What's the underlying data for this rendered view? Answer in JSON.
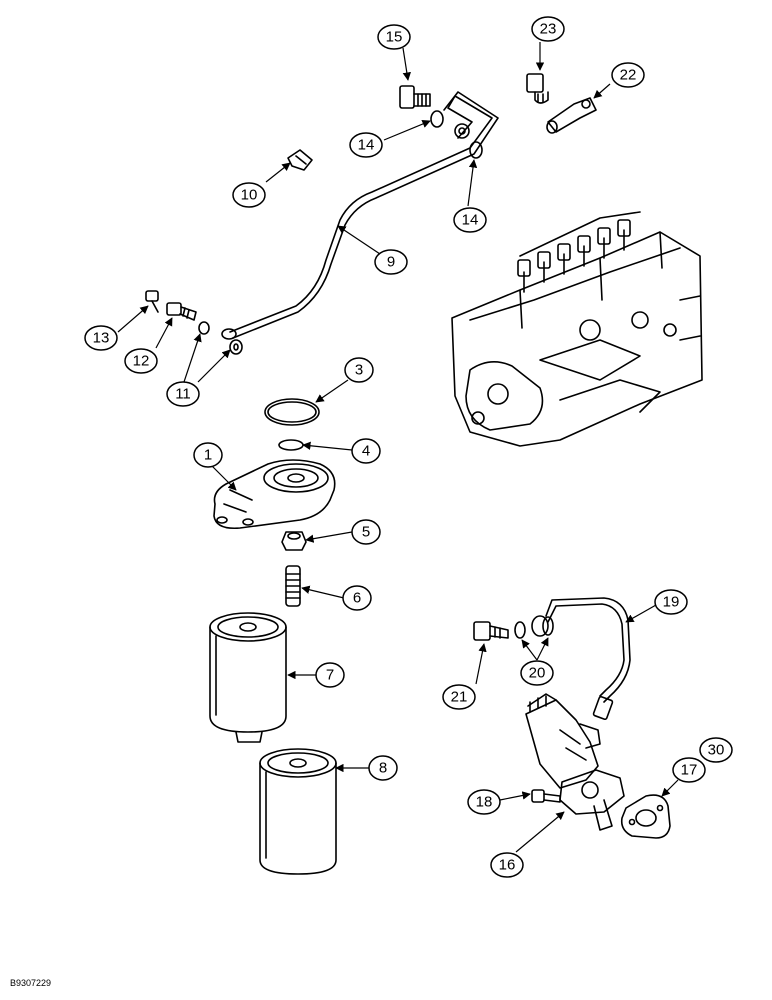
{
  "callouts": {
    "c1": "1",
    "c3": "3",
    "c4": "4",
    "c5": "5",
    "c6": "6",
    "c7": "7",
    "c8": "8",
    "c9": "9",
    "c10": "10",
    "c11": "11",
    "c12": "12",
    "c13": "13",
    "c14a": "14",
    "c14b": "14",
    "c15": "15",
    "c16": "16",
    "c17": "17",
    "c18": "18",
    "c19": "19",
    "c20": "20",
    "c21": "21",
    "c22": "22",
    "c23": "23",
    "c30": "30"
  },
  "doc_code": "B9307229"
}
